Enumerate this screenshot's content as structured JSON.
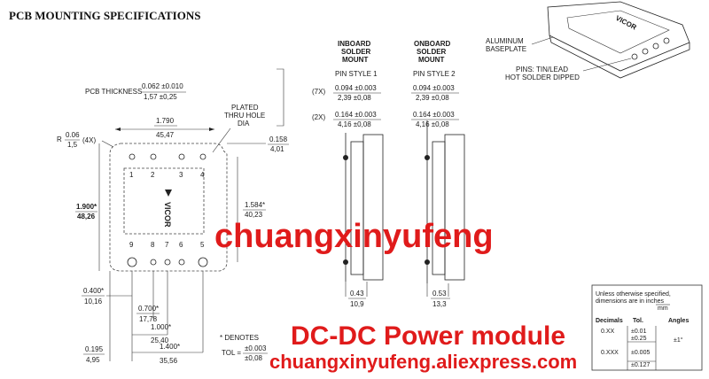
{
  "title": "PCB MOUNTING SPECIFICATIONS",
  "pcb_thickness": {
    "label": "PCB THICKNESS",
    "in": "0.062 ±0.010",
    "mm": "1,57 ±0,25"
  },
  "radius": {
    "prefix": "R",
    "in": "0.06",
    "mm": "1,5",
    "qty": "(4X)"
  },
  "plated": [
    "PLATED",
    "THRU HOLE",
    "DIA"
  ],
  "dims": {
    "width": {
      "in": "1.790",
      "mm": "45,47"
    },
    "height": {
      "in": "1.900*",
      "mm": "48,26"
    },
    "pin_pitch_v": {
      "in": "1.584*",
      "mm": "40,23"
    },
    "edge_offset": {
      "in": "0.158",
      "mm": "4,01"
    },
    "d400": {
      "in": "0.400*",
      "mm": "10,16"
    },
    "d700": {
      "in": "0.700*",
      "mm": "17,78"
    },
    "d1000": {
      "in": "1.000*",
      "mm": "25,40"
    },
    "d1400": {
      "in": "1.400*",
      "mm": "35,56"
    },
    "d195": {
      "in": "0.195",
      "mm": "4,95"
    }
  },
  "pins_top": [
    "1",
    "2",
    "3",
    "4"
  ],
  "pins_bottom": [
    "9",
    "8",
    "7",
    "6",
    "5"
  ],
  "brand": "VICOR",
  "denotes": {
    "line1": "* DENOTES",
    "tol_label": "TOL =",
    "tol_in": "±0.003",
    "tol_mm": "±0,08"
  },
  "inboard": {
    "header": [
      "INBOARD",
      "SOLDER",
      "MOUNT"
    ],
    "style": "PIN STYLE 1",
    "r7_in": "0.094 ±0.003",
    "r7_mm": "2,39 ±0,08",
    "r2_in": "0.164 ±0.003",
    "r2_mm": "4,16 ±0,08",
    "bot_in": "0.43",
    "bot_mm": "10,9"
  },
  "onboard": {
    "header": [
      "ONBOARD",
      "SOLDER",
      "MOUNT"
    ],
    "style": "PIN STYLE 2",
    "r7_in": "0.094 ±0.003",
    "r7_mm": "2,39 ±0,08",
    "r2_in": "0.164 ±0.003",
    "r2_mm": "4,16 ±0,08",
    "bot_in": "0.53",
    "bot_mm": "13,3"
  },
  "qty7": "(7X)",
  "qty2": "(2X)",
  "product_labels": {
    "baseplate": [
      "ALUMINUM",
      "BASEPLATE"
    ],
    "pins": [
      "PINS: TIN/LEAD",
      "HOT SOLDER DIPPED"
    ]
  },
  "tol_table": {
    "note": [
      "Unless otherwise specified,",
      "dimensions are in inches"
    ],
    "unit": "mm",
    "headers": [
      "Decimals",
      "Tol.",
      "Angles"
    ],
    "rows": [
      [
        "0.XX",
        "±0.01",
        ""
      ],
      [
        "",
        "±0.25",
        "±1°"
      ],
      [
        "0.XXX",
        "±0.005",
        ""
      ],
      [
        "",
        "±0.127",
        ""
      ]
    ]
  },
  "watermarks": {
    "brand": "chuangxinyufeng",
    "product": "DC-DC Power module",
    "url": "chuangxinyufeng.aliexpress.com"
  }
}
